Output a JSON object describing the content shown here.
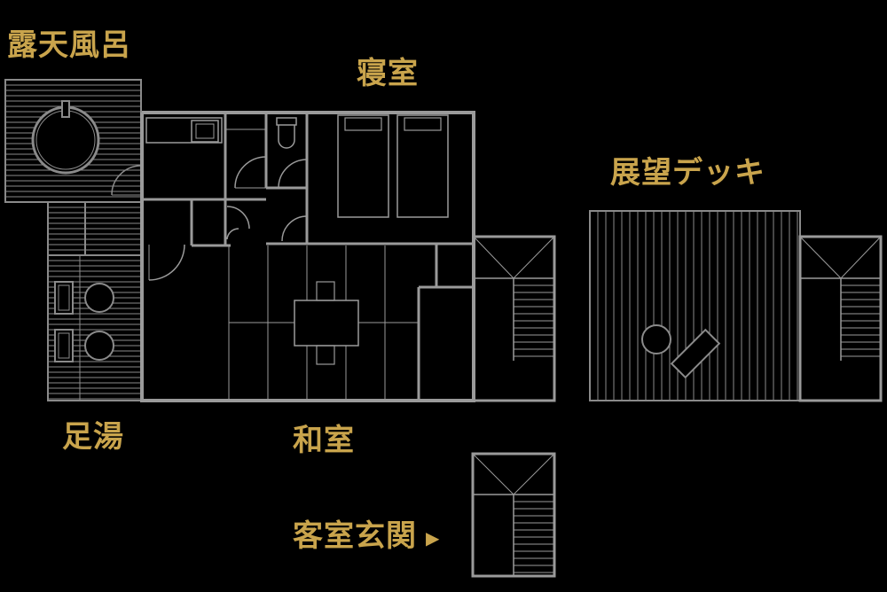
{
  "labels": {
    "outdoor_bath": "露天風呂",
    "bedroom": "寝室",
    "observation_deck": "展望デッキ",
    "footbath": "足湯",
    "japanese_room": "和室",
    "guest_entrance": "客室玄関",
    "entrance_arrow": "▶"
  },
  "colors": {
    "background": "#000000",
    "wall": "#9a9a9a",
    "fine_line": "#7a7a7a",
    "label": "#c9a44c"
  }
}
